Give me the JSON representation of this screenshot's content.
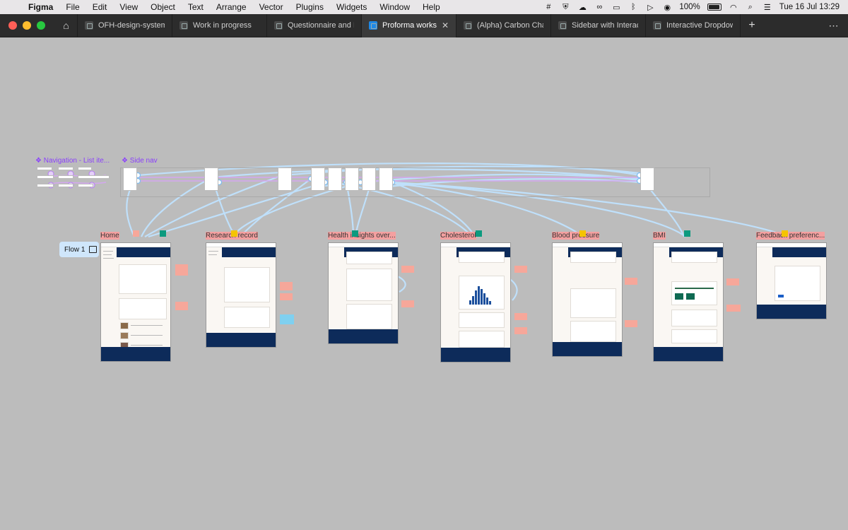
{
  "menubar": {
    "app": "Figma",
    "menus": [
      "File",
      "Edit",
      "View",
      "Object",
      "Text",
      "Arrange",
      "Vector",
      "Plugins",
      "Widgets",
      "Window",
      "Help"
    ],
    "battery": "100%",
    "datetime": "Tue 16 Jul  13:29"
  },
  "tabs": [
    {
      "label": "OFH-design-system"
    },
    {
      "label": "Work in progress"
    },
    {
      "label": "Questionnaire and E"
    },
    {
      "label": "Proforma workshop",
      "active": true
    },
    {
      "label": "(Alpha) Carbon Cha"
    },
    {
      "label": "Sidebar with Interac"
    },
    {
      "label": "Interactive Dropdow"
    }
  ],
  "canvas": {
    "components": [
      {
        "label": "❖ Navigation - List ite..."
      },
      {
        "label": "❖ Side nav"
      }
    ],
    "flow_label": "Flow 1",
    "frames": [
      {
        "label": "Home"
      },
      {
        "label": "Research record"
      },
      {
        "label": "Health insights over..."
      },
      {
        "label": "Cholesterol"
      },
      {
        "label": "Blood pressure"
      },
      {
        "label": "BMI"
      },
      {
        "label": "Feedback preferenc..."
      }
    ]
  },
  "colors": {
    "canvas": "#bcbcbc",
    "wire": "#bfe0fb",
    "component": "#8a3ffc",
    "navy": "#0d2b5a",
    "sticky": "#f6a79a"
  }
}
